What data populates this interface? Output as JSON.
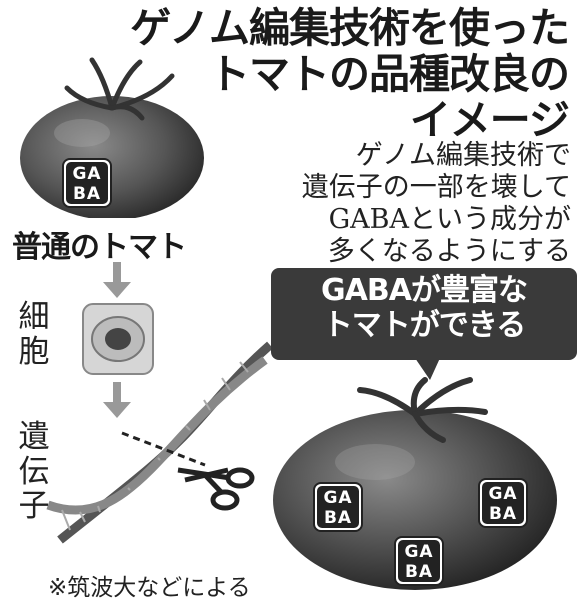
{
  "title": {
    "line1": "ゲノム編集技術を使った",
    "line2": "トマトの品種改良の",
    "line3": "イメージ"
  },
  "description": {
    "line1": "ゲノム編集技術で",
    "line2": "遺伝子の一部を壊して",
    "line3": "GABAという成分が",
    "line4": "多くなるようにする"
  },
  "normal_tomato_label": "普通のトマト",
  "cell_label": {
    "char1": "細",
    "char2": "胞"
  },
  "gene_label": {
    "char1": "遺",
    "char2": "伝",
    "char3": "子"
  },
  "callout": {
    "line1": "GABAが豊富な",
    "line2": "トマトができる"
  },
  "gaba_badge": {
    "top": "GA",
    "bottom": "BA"
  },
  "footnote": "※筑波大などによる"
}
